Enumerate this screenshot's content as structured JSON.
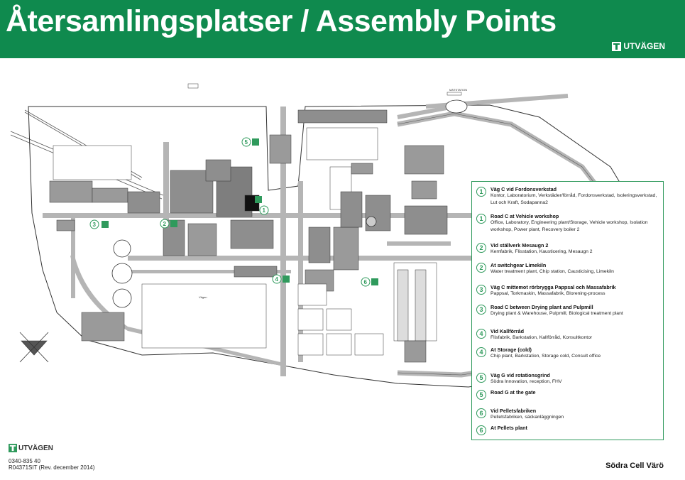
{
  "header": {
    "title": "Återsamlingsplatser / Assembly Points",
    "logo_text": "UTVÄGEN",
    "colors": {
      "banner": "#0f8a4e",
      "title_text": "#ffffff"
    }
  },
  "map": {
    "labels": {
      "matstation": "MÄTSTATION",
      "vagen": "Vägen"
    },
    "assembly_points": [
      {
        "number": "1"
      },
      {
        "number": "2"
      },
      {
        "number": "2"
      },
      {
        "number": "3"
      },
      {
        "number": "4"
      },
      {
        "number": "5"
      },
      {
        "number": "6"
      }
    ],
    "colors": {
      "road": "#b5b5b5",
      "building": "#8e8e8e",
      "assembly_green": "#2f9a5c",
      "outline": "#333333"
    }
  },
  "legend": {
    "entries": [
      {
        "number": "1",
        "title": "Väg C vid Fordonsverkstad",
        "desc": "Kontor, Laboratorium, Verkstäder/förråd, Fordonsverkstad, Isoleringsverkstad, Lut och Kraft, Sodapanna2"
      },
      {
        "number": "1",
        "title": "Road C at Vehicle workshop",
        "desc": "Office, Laboratory, Engineering plant/Storage, Vehicle workshop, Isolation workshop, Power plant, Recovery boiler 2"
      },
      {
        "number": "2",
        "title": "Vid ställverk Mesaugn 2",
        "desc": "Kemfabrik, Flisstation, Kausticering, Mesaugn 2"
      },
      {
        "number": "2",
        "title": "At switchgear Limekiln",
        "desc": "Water treatment plant, Chip station, Causticising, Limekiln"
      },
      {
        "number": "3",
        "title": "Väg C mittemot rörbrygga Pappsal och Massafabrik",
        "desc": "Pappsal, Torkmaskin, Massafabrik, Blorening-process"
      },
      {
        "number": "3",
        "title": "Road C between Drying plant and Pulpmill",
        "desc": "Drying plant & Warehouse, Pulpmill, Biological treatment plant"
      },
      {
        "number": "4",
        "title": "Vid Kallförråd",
        "desc": "Flisfabrik, Barkstation, Kallförråd, Konsultkontor"
      },
      {
        "number": "4",
        "title": "At Storage (cold)",
        "desc": "Chip plant, Barkstation, Storage cold, Consult office"
      },
      {
        "number": "5",
        "title": "Väg G vid rotationsgrind",
        "desc": "Södra Innovation, reception, FHV"
      },
      {
        "number": "5",
        "title": "Road G at the gate",
        "desc": ""
      },
      {
        "number": "6",
        "title": "Vid Pelletsfabriken",
        "desc": "Pelletsfabriken, säckanläggningen"
      },
      {
        "number": "6",
        "title": "At Pellets plant",
        "desc": ""
      }
    ]
  },
  "footer": {
    "logo_text": "UTVÄGEN",
    "doc_number": "0340-835 40",
    "doc_code": "R04371SIT (Rev. december 2014)",
    "company": "Södra Cell Värö"
  }
}
